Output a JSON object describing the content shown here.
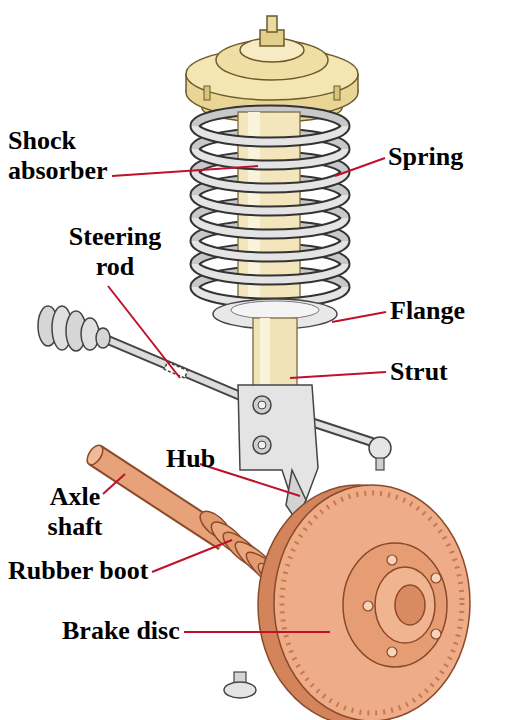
{
  "diagram": {
    "labels": [
      "Shock absorber",
      "Spring",
      "Steering rod",
      "Flange",
      "Strut",
      "Hub",
      "Axle shaft",
      "Rubber boot",
      "Brake disc"
    ]
  }
}
